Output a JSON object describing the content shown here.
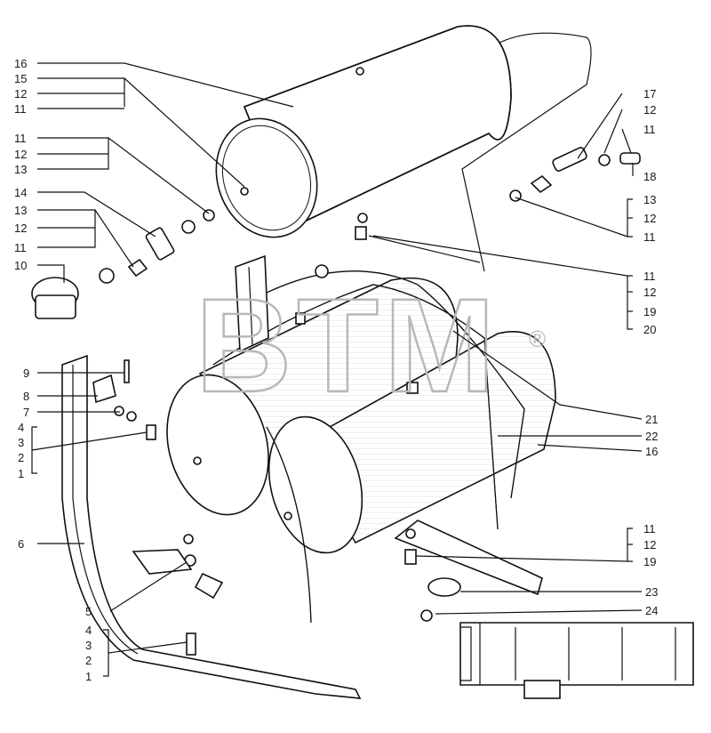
{
  "watermark": {
    "text": "BTM",
    "mark": "®"
  },
  "callouts": {
    "l16a": "16",
    "l15": "15",
    "l12a": "12",
    "l11a": "11",
    "l11b": "11",
    "l12b": "12",
    "l13a": "13",
    "l14": "14",
    "l13b": "13",
    "l12c": "12",
    "l11c": "11",
    "l10": "10",
    "l9": "9",
    "l8": "8",
    "l7": "7",
    "l4a": "4",
    "l3a": "3",
    "l2a": "2",
    "l1a": "1",
    "l6": "6",
    "l5": "5",
    "l4b": "4",
    "l3b": "3",
    "l2b": "2",
    "l1b": "1",
    "l17": "17",
    "l12d": "12",
    "l11d": "11",
    "l18": "18",
    "l13c": "13",
    "l12e": "12",
    "l11e": "11",
    "l11f": "11",
    "l12f": "12",
    "l19a": "19",
    "l20": "20",
    "l21": "21",
    "l22": "22",
    "l16b": "16",
    "l11g": "11",
    "l12g": "12",
    "l19b": "19",
    "l23": "23",
    "l24": "24"
  }
}
